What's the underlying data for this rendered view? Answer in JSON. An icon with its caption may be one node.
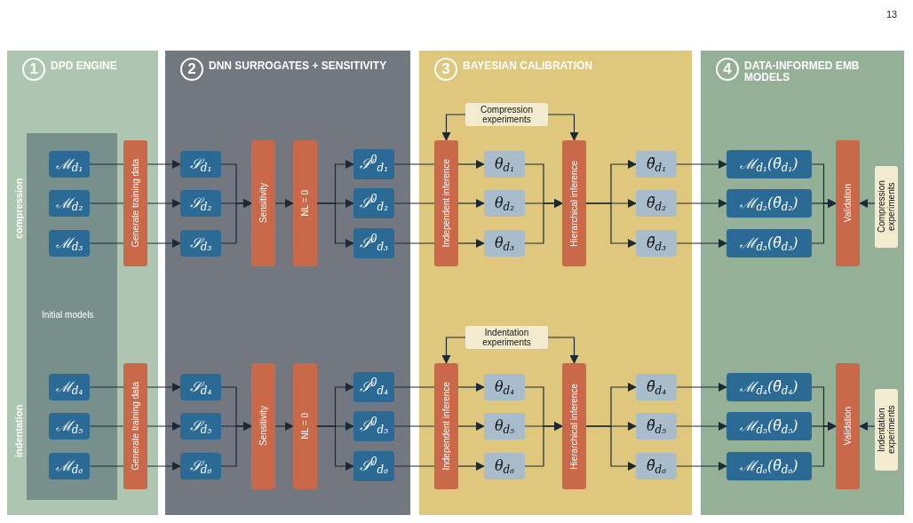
{
  "diagram": {
    "nodes": [
      {
        "text": [
          "1",
          "DPD ENGINE"
        ]
      },
      {
        "text": [
          "2",
          "DNN SURROGATES + SENSITIVITY"
        ]
      },
      {
        "text": [
          "3",
          "BAYESIAN CALIBRATION"
        ]
      },
      {
        "text": [
          "4",
          "DATA-INFORMED EMB MODELS"
        ]
      },
      {
        "text": [
          "Initial models"
        ],
        "in": 0
      },
      {
        "text": [
          "ℳ$_{d₁}$"
        ],
        "in": 4
      },
      {
        "text": [
          "ℳ$_{d₂}$"
        ],
        "in": 4
      },
      {
        "text": [
          "ℳ$_{d₃}$"
        ],
        "in": 4
      },
      {
        "text": [
          "Generate training data"
        ],
        "in": 0
      },
      {
        "text": [
          "𝒮$_{d₁}$"
        ],
        "in": 1
      },
      {
        "text": [
          "𝒮$_{d₂}$"
        ],
        "in": 1
      },
      {
        "text": [
          "𝒮$_{d₃}$"
        ],
        "in": 1
      },
      {
        "text": [
          "Sensitivity"
        ],
        "in": 1
      },
      {
        "text": [
          "NL = 0"
        ],
        "in": 1
      },
      {
        "text": [
          "𝒮$^{0}$$_{d₁}$"
        ],
        "in": 1
      },
      {
        "text": [
          "𝒮$^{0}$$_{d₂}$"
        ],
        "in": 1
      },
      {
        "text": [
          "𝒮$^{0}$$_{d₃}$"
        ],
        "in": 1
      },
      {
        "text": [
          "Compression experiments"
        ],
        "in": 2
      },
      {
        "text": [
          "Independent inference"
        ],
        "in": 2
      },
      {
        "text": [
          "θ$_{d₁}$"
        ],
        "in": 2
      },
      {
        "text": [
          "θ$_{d₂}$"
        ],
        "in": 2
      },
      {
        "text": [
          "θ$_{d₃}$"
        ],
        "in": 2
      },
      {
        "text": [
          "Hierarchical inference"
        ],
        "in": 2
      },
      {
        "text": [
          "θ̃$_{d₁}$"
        ],
        "in": 2
      },
      {
        "text": [
          "θ̃$_{d₂}$"
        ],
        "in": 2
      },
      {
        "text": [
          "θ̃$_{d₃}$"
        ],
        "in": 2
      },
      {
        "text": [
          "ℳ$_{d₁}$(θ̃$_{d₁}$)"
        ],
        "in": 3
      },
      {
        "text": [
          "ℳ$_{d₂}$(θ̃$_{d₂}$)"
        ],
        "in": 3
      },
      {
        "text": [
          "ℳ$_{d₃}$(θ̃$_{d₃}$)"
        ],
        "in": 3
      },
      {
        "text": [
          "Validation"
        ],
        "in": 3
      },
      {
        "text": [
          "Compression experiments"
        ],
        "in": 3
      },
      {
        "text": [
          "ℳ$_{d₄}$"
        ],
        "in": 4
      },
      {
        "text": [
          "ℳ$_{d₅}$"
        ],
        "in": 4
      },
      {
        "text": [
          "ℳ$_{d₆}$"
        ],
        "in": 4
      },
      {
        "text": [
          "Generate training data"
        ],
        "in": 0
      },
      {
        "text": [
          "𝒮$_{d₄}$"
        ],
        "in": 1
      },
      {
        "text": [
          "𝒮$_{d₅}$"
        ],
        "in": 1
      },
      {
        "text": [
          "𝒮$_{d₆}$"
        ],
        "in": 1
      },
      {
        "text": [
          "Sensitivity"
        ],
        "in": 1
      },
      {
        "text": [
          "NL = 0"
        ],
        "in": 1
      },
      {
        "text": [
          "𝒮$^{0}$$_{d₄}$"
        ],
        "in": 1
      },
      {
        "text": [
          "𝒮$^{0}$$_{d₅}$"
        ],
        "in": 1
      },
      {
        "text": [
          "𝒮$^{0}$$_{d₆}$"
        ],
        "in": 1
      },
      {
        "text": [
          "Indentation experiments"
        ],
        "in": 2
      },
      {
        "text": [
          "Independent inference"
        ],
        "in": 2
      },
      {
        "text": [
          "θ$_{d₄}$"
        ],
        "in": 2
      },
      {
        "text": [
          "θ$_{d₅}$"
        ],
        "in": 2
      },
      {
        "text": [
          "θ$_{d₆}$"
        ],
        "in": 2
      },
      {
        "text": [
          "Hierarchical inference"
        ],
        "in": 2
      },
      {
        "text": [
          "θ̃$_{d₄}$"
        ],
        "in": 2
      },
      {
        "text": [
          "θ̃$_{d₅}$"
        ],
        "in": 2
      },
      {
        "text": [
          "θ̃$_{d₆}$"
        ],
        "in": 2
      },
      {
        "text": [
          "ℳ$_{d₄}$(θ̃$_{d₄}$)"
        ],
        "in": 3
      },
      {
        "text": [
          "ℳ$_{d₅}$(θ̃$_{d₅}$)"
        ],
        "in": 3
      },
      {
        "text": [
          "ℳ$_{d₆}$(θ̃$_{d₆}$)"
        ],
        "in": 3
      },
      {
        "text": [
          "Validation"
        ],
        "in": 3
      },
      {
        "text": [
          "Indentation experiments"
        ],
        "in": 3
      }
    ],
    "edges": [
      {
        "from": 5,
        "to": 8,
        "arrow": "none"
      },
      {
        "from": 6,
        "to": 8,
        "arrow": "none"
      },
      {
        "from": 7,
        "to": 8,
        "arrow": "none"
      },
      {
        "from": 8,
        "to": 9,
        "arrow": "to"
      },
      {
        "from": 8,
        "to": 10,
        "arrow": "to"
      },
      {
        "from": 8,
        "to": 11,
        "arrow": "to"
      },
      {
        "from": 9,
        "to": 12,
        "arrow": "to"
      },
      {
        "from": 10,
        "to": 12,
        "arrow": "to"
      },
      {
        "from": 11,
        "to": 12,
        "arrow": "to"
      },
      {
        "from": 12,
        "to": 13,
        "arrow": "to"
      },
      {
        "from": 13,
        "to": 14,
        "arrow": "to"
      },
      {
        "from": 13,
        "to": 15,
        "arrow": "to"
      },
      {
        "from": 13,
        "to": 16,
        "arrow": "to"
      },
      {
        "from": 14,
        "to": 18,
        "arrow": "none"
      },
      {
        "from": 15,
        "to": 18,
        "arrow": "none"
      },
      {
        "from": 16,
        "to": 18,
        "arrow": "none"
      },
      {
        "from": 17,
        "to": 18,
        "arrow": "to"
      },
      {
        "from": 17,
        "to": 22,
        "arrow": "to"
      },
      {
        "from": 18,
        "to": 19,
        "arrow": "to"
      },
      {
        "from": 18,
        "to": 20,
        "arrow": "to"
      },
      {
        "from": 18,
        "to": 21,
        "arrow": "to"
      },
      {
        "from": 19,
        "to": 22,
        "arrow": "to"
      },
      {
        "from": 20,
        "to": 22,
        "arrow": "to"
      },
      {
        "from": 21,
        "to": 22,
        "arrow": "to"
      },
      {
        "from": 22,
        "to": 23,
        "arrow": "to"
      },
      {
        "from": 22,
        "to": 24,
        "arrow": "to"
      },
      {
        "from": 22,
        "to": 25,
        "arrow": "to"
      },
      {
        "from": 23,
        "to": 26,
        "arrow": "to"
      },
      {
        "from": 24,
        "to": 27,
        "arrow": "to"
      },
      {
        "from": 25,
        "to": 28,
        "arrow": "to"
      },
      {
        "from": 26,
        "to": 29,
        "arrow": "to"
      },
      {
        "from": 27,
        "to": 29,
        "arrow": "to"
      },
      {
        "from": 28,
        "to": 29,
        "arrow": "to"
      },
      {
        "from": 30,
        "to": 29,
        "arrow": "to"
      },
      {
        "from": 31,
        "to": 34,
        "arrow": "none"
      },
      {
        "from": 32,
        "to": 34,
        "arrow": "none"
      },
      {
        "from": 33,
        "to": 34,
        "arrow": "none"
      },
      {
        "from": 34,
        "to": 35,
        "arrow": "to"
      },
      {
        "from": 34,
        "to": 36,
        "arrow": "to"
      },
      {
        "from": 34,
        "to": 37,
        "arrow": "to"
      },
      {
        "from": 35,
        "to": 38,
        "arrow": "to"
      },
      {
        "from": 36,
        "to": 38,
        "arrow": "to"
      },
      {
        "from": 37,
        "to": 38,
        "arrow": "to"
      },
      {
        "from": 38,
        "to": 39,
        "arrow": "to"
      },
      {
        "from": 39,
        "to": 40,
        "arrow": "to"
      },
      {
        "from": 39,
        "to": 41,
        "arrow": "to"
      },
      {
        "from": 39,
        "to": 42,
        "arrow": "to"
      },
      {
        "from": 40,
        "to": 44,
        "arrow": "none"
      },
      {
        "from": 41,
        "to": 44,
        "arrow": "none"
      },
      {
        "from": 42,
        "to": 44,
        "arrow": "none"
      },
      {
        "from": 43,
        "to": 44,
        "arrow": "to"
      },
      {
        "from": 43,
        "to": 48,
        "arrow": "to"
      },
      {
        "from": 44,
        "to": 45,
        "arrow": "to"
      },
      {
        "from": 44,
        "to": 46,
        "arrow": "to"
      },
      {
        "from": 44,
        "to": 47,
        "arrow": "to"
      },
      {
        "from": 45,
        "to": 48,
        "arrow": "to"
      },
      {
        "from": 46,
        "to": 48,
        "arrow": "to"
      },
      {
        "from": 47,
        "to": 48,
        "arrow": "to"
      },
      {
        "from": 48,
        "to": 49,
        "arrow": "to"
      },
      {
        "from": 48,
        "to": 50,
        "arrow": "to"
      },
      {
        "from": 48,
        "to": 51,
        "arrow": "to"
      },
      {
        "from": 49,
        "to": 52,
        "arrow": "to"
      },
      {
        "from": 50,
        "to": 53,
        "arrow": "to"
      },
      {
        "from": 51,
        "to": 54,
        "arrow": "to"
      },
      {
        "from": 52,
        "to": 55,
        "arrow": "to"
      },
      {
        "from": 53,
        "to": 55,
        "arrow": "to"
      },
      {
        "from": 54,
        "to": 55,
        "arrow": "to"
      },
      {
        "from": 56,
        "to": 55,
        "arrow": "to"
      }
    ],
    "labels": [
      "13",
      "compression",
      "indentation"
    ]
  }
}
